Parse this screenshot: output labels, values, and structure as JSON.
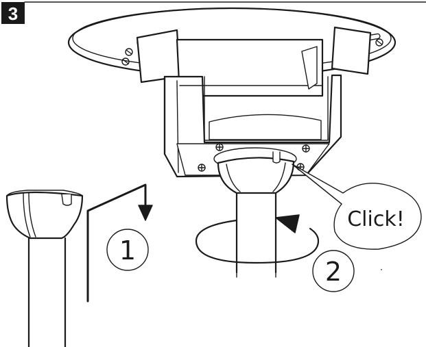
{
  "step_badge": {
    "label": "3",
    "background": "#1a1a1a",
    "text_color": "#ffffff"
  },
  "callouts": {
    "step_one": "1",
    "step_two": "2",
    "click_label": "Click!"
  },
  "icons": {
    "mount_plate": "ceiling-mount-plate",
    "bracket": "u-bracket",
    "socket": "ball-socket",
    "pole": "extension-pole",
    "insert_arrow": "insert-down-arrow",
    "rotate_arrow": "rotate-arrow"
  },
  "colors": {
    "ink": "#1a1a1a",
    "paper": "#ffffff",
    "shade": "#e6e6e6"
  }
}
